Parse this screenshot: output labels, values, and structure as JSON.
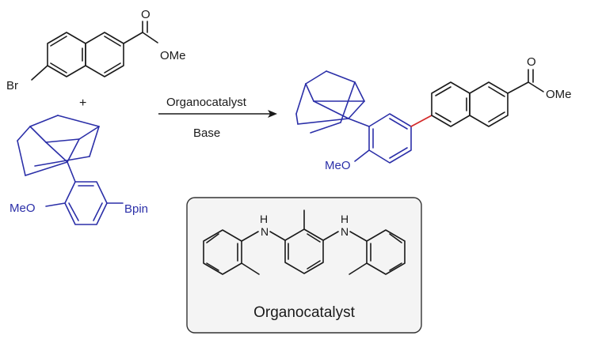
{
  "colors": {
    "ink": "#1a1a1a",
    "boronic_partner": "#2b2fa8",
    "new_bond": "#d42a2a",
    "panel_border": "#333333",
    "panel_background": "#f4f4f4"
  },
  "reactant_1": {
    "bromo_label": "Br",
    "ester_oxygen_label": "O",
    "ester_group_label": "OMe"
  },
  "plus_sign": "+",
  "reactant_2": {
    "methoxy_label": "MeO",
    "boron_label": "Bpin"
  },
  "arrow": {
    "above_label": "Organocatalyst",
    "below_label": "Base"
  },
  "product": {
    "methoxy_label": "MeO",
    "ester_oxygen_label": "O",
    "ester_group_label": "OMe"
  },
  "catalyst_panel": {
    "nh_label_left": "N",
    "h_label_left": "H",
    "nh_label_right": "N",
    "h_label_right": "H",
    "caption": "Organocatalyst"
  }
}
